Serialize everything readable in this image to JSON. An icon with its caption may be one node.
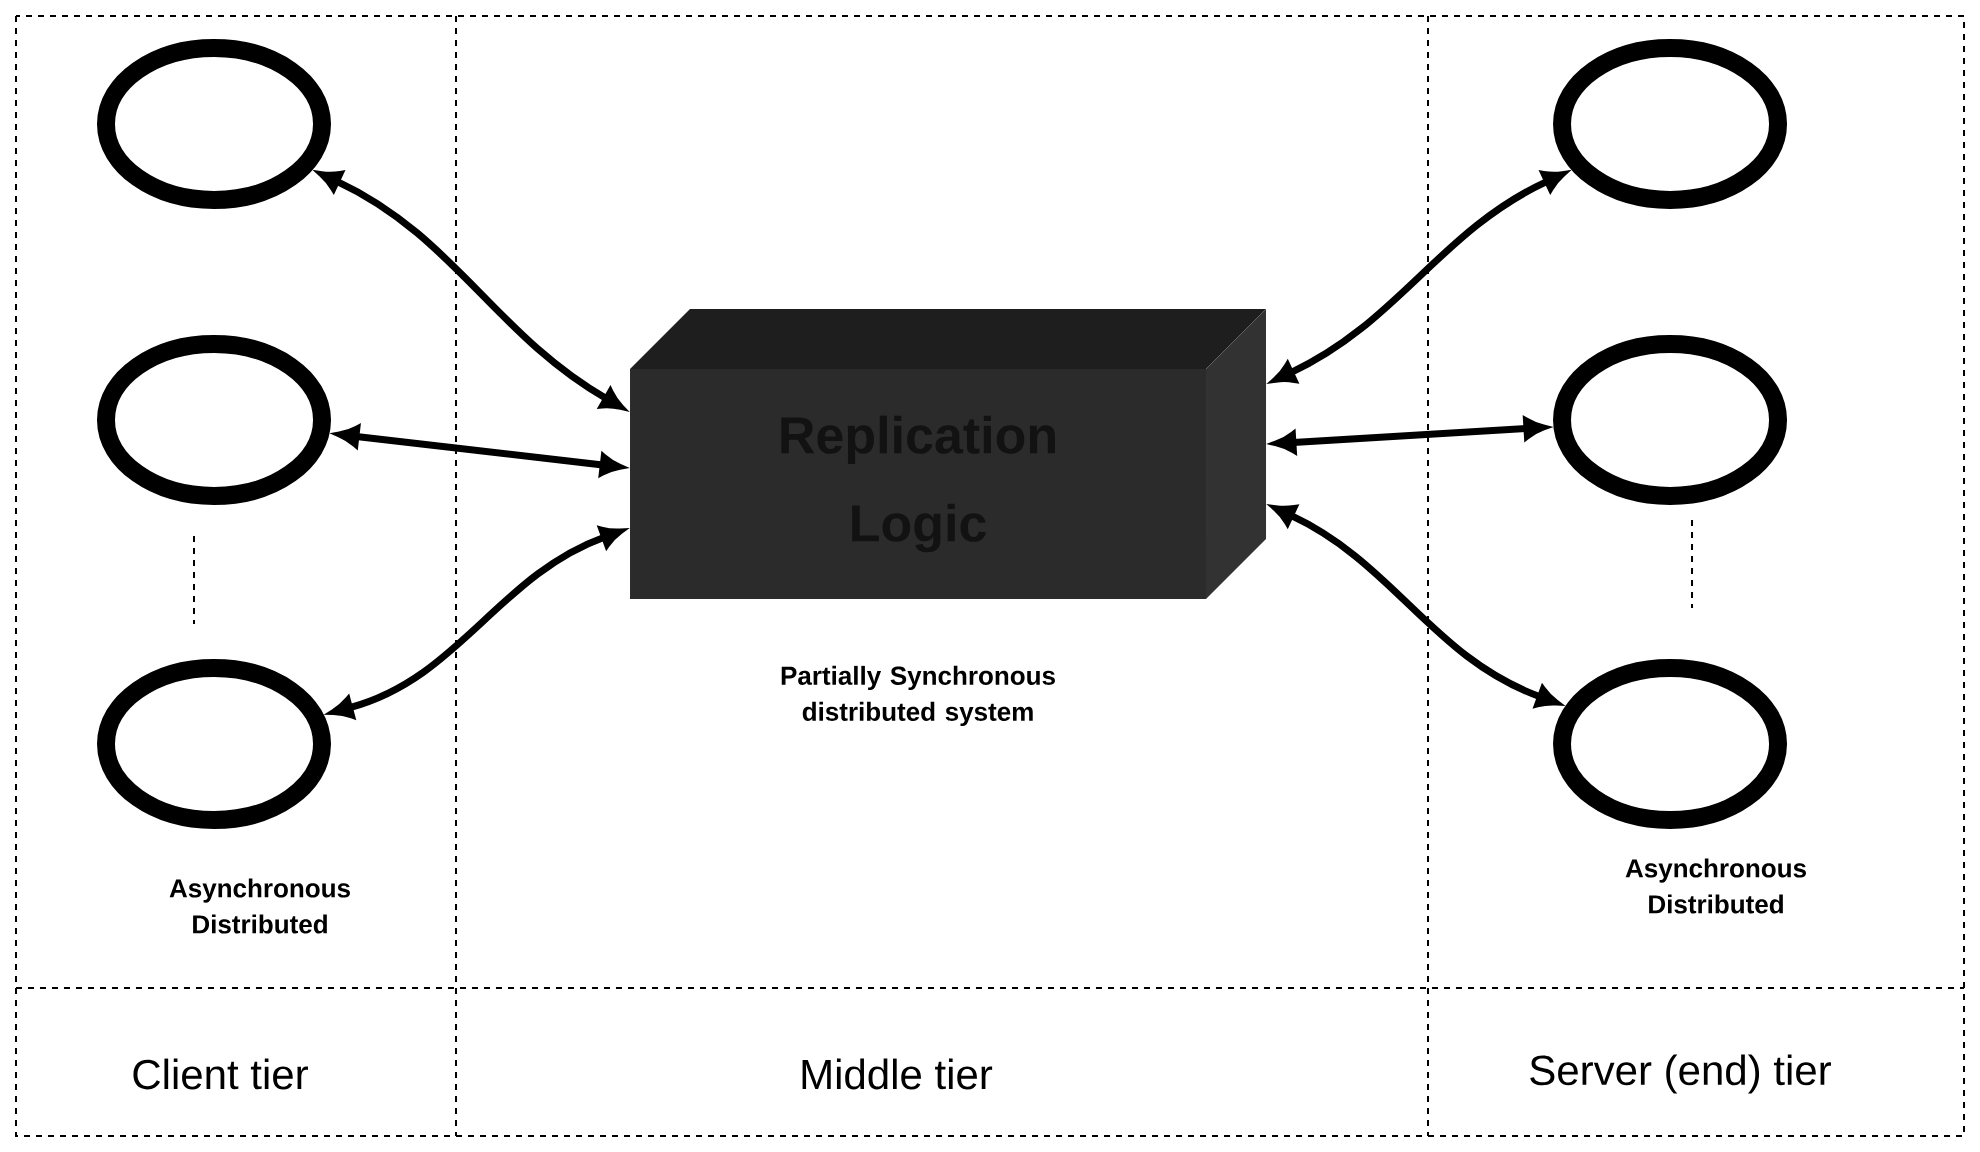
{
  "diagram": {
    "nodes": [
      {
        "text": [],
        "shape": "circle"
      },
      {
        "text": [],
        "shape": "circle"
      },
      {
        "text": [],
        "shape": "circle"
      },
      {
        "text": [
          "Replication Logic"
        ],
        "beside": [
          "Partially Synchronous distributed system"
        ]
      },
      {
        "text": [],
        "shape": "circle"
      },
      {
        "text": [],
        "shape": "circle"
      },
      {
        "text": [],
        "shape": "circle"
      }
    ],
    "edges": [
      {
        "from": 3,
        "to": 0,
        "arrow": "both"
      },
      {
        "from": 3,
        "to": 1,
        "arrow": "both"
      },
      {
        "from": 3,
        "to": 2,
        "arrow": "both"
      },
      {
        "from": 3,
        "to": 4,
        "arrow": "both"
      },
      {
        "from": 3,
        "to": 5,
        "arrow": "both"
      },
      {
        "from": 3,
        "to": 6,
        "arrow": "both"
      }
    ],
    "labels": [
      "Asynchronous Distributed",
      "Asynchronous Distributed",
      "Client tier",
      "Middle tier",
      "Server (end) tier"
    ]
  }
}
